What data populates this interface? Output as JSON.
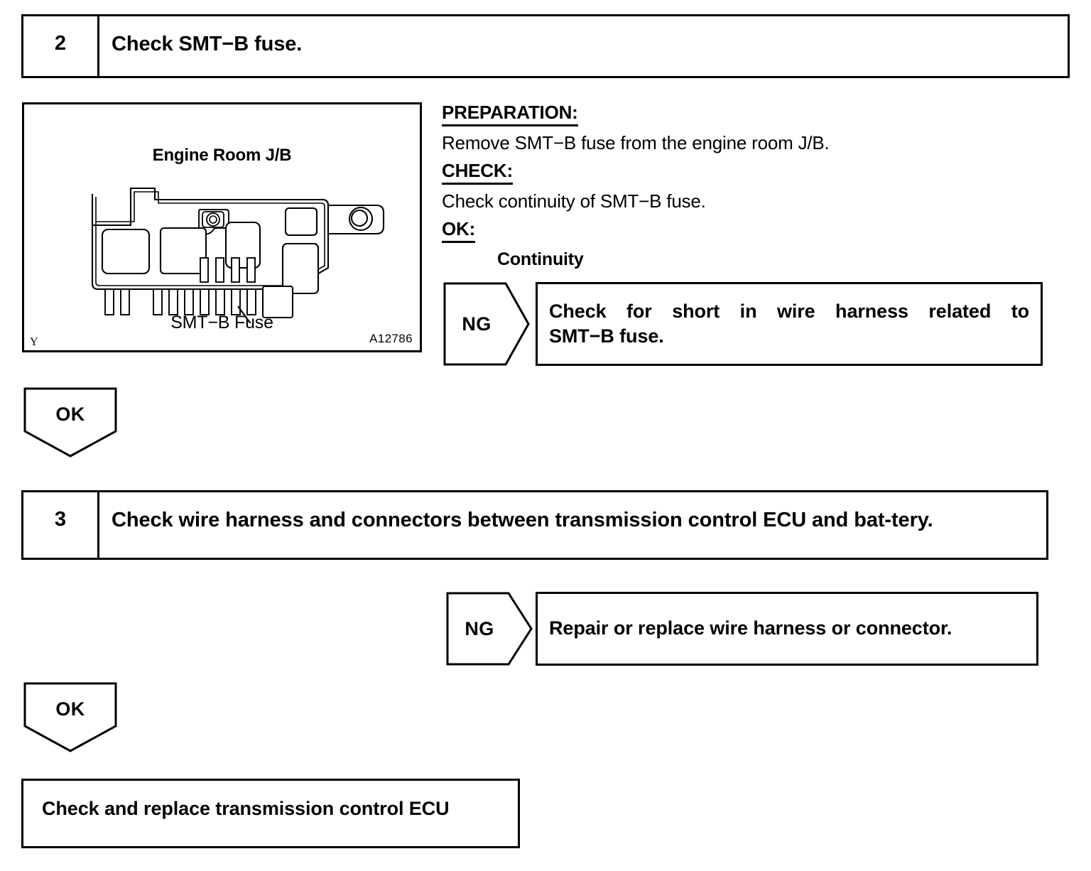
{
  "steps": [
    {
      "number": "2",
      "title": "Check SMT−B fuse."
    },
    {
      "number": "3",
      "title": "Check wire harness and connectors between transmission control ECU and bat-tery."
    }
  ],
  "figure": {
    "title": "Engine Room J/B",
    "caption": "SMT−B Fuse",
    "id": "A12786",
    "corner_mark": "Y"
  },
  "procedure": {
    "preparation_head": "PREPARATION:",
    "preparation_body": "Remove SMT−B fuse from the engine room J/B.",
    "check_head": "CHECK:",
    "check_body": "Check continuity of SMT−B fuse.",
    "ok_head": "OK:",
    "ok_value": "Continuity"
  },
  "branches": [
    {
      "label": "NG",
      "text_line1": "Check for short in wire harness related to",
      "text_line2": "SMT−B  fuse."
    },
    {
      "label": "NG",
      "text_line1": "Repair or replace wire harness or connector.",
      "text_line2": ""
    }
  ],
  "ok_arrows": [
    {
      "label": "OK"
    },
    {
      "label": "OK"
    }
  ],
  "result": {
    "text": "Check and replace transmission control ECU"
  },
  "colors": {
    "line": "#000000",
    "background": "#ffffff"
  }
}
